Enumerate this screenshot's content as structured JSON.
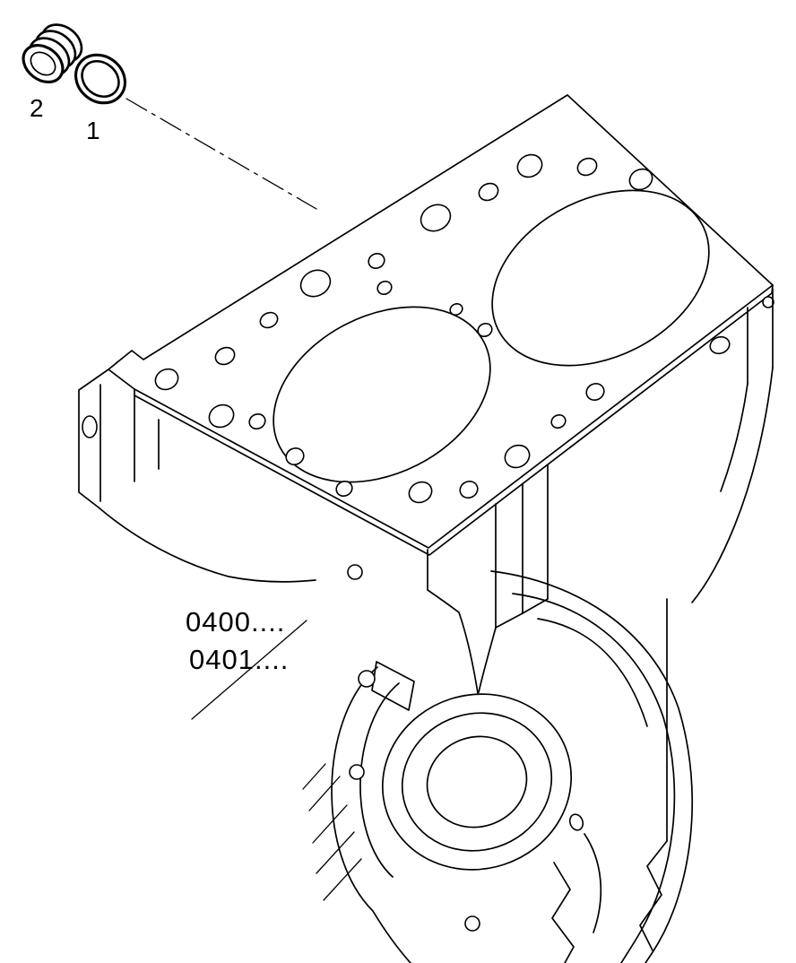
{
  "page": {
    "background": "#ffffff",
    "line_color": "#000000",
    "kind": "exploded-parts-line-drawing"
  },
  "callouts": {
    "item2": {
      "label": "2",
      "part": "threaded-plug"
    },
    "item1": {
      "label": "1",
      "part": "seal-ring"
    }
  },
  "references": {
    "primary": "0400....",
    "secondary": "0401...."
  }
}
